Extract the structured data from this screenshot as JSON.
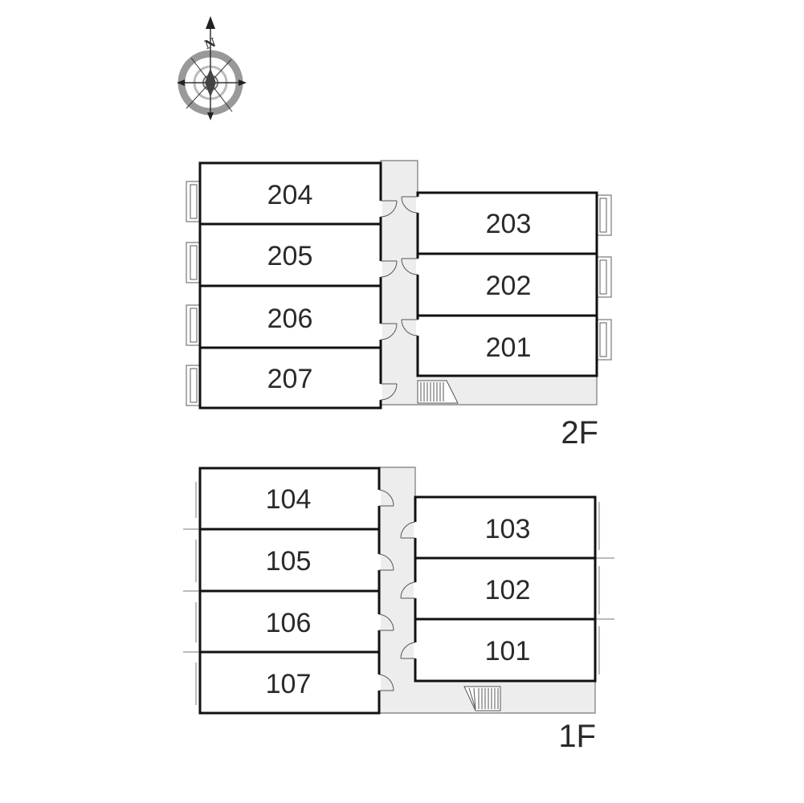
{
  "compass": {
    "north_letter": "N"
  },
  "floors": [
    {
      "label": "2F",
      "units": [
        "204",
        "205",
        "206",
        "207",
        "203",
        "202",
        "201"
      ]
    },
    {
      "label": "1F",
      "units": [
        "104",
        "105",
        "106",
        "107",
        "103",
        "102",
        "101"
      ]
    }
  ],
  "colors": {
    "corridor": "#ededed",
    "wall": "#111111",
    "thin_line": "#777777"
  }
}
